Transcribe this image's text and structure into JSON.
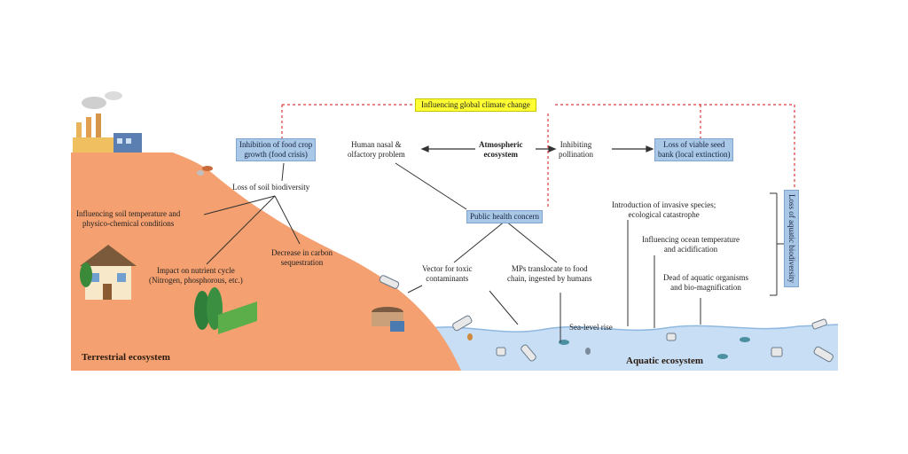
{
  "header": {
    "climate_label": "Influencing global climate change"
  },
  "terrestrial": {
    "title": "Terrestrial  ecosystem",
    "food_crop": "Inhibition of food crop\ngrowth (food crisis)",
    "soil_biodiversity": "Loss of soil biodiversity",
    "soil_temperature": "Influencing soil temperature and\nphysico-chemical conditions",
    "nutrient_cycle": "Impact on nutrient cycle\n(Nitrogen, phosphorous, etc.)",
    "carbon": "Decrease in carbon\nsequestration"
  },
  "atmospheric": {
    "title": "Atmospheric\necosystem",
    "nasal": "Human nasal &\nolfactory problem",
    "pollination": "Inhibiting\npollination",
    "seed_bank": "Loss of viable seed\nbank (local extinction)"
  },
  "health": {
    "title": "Public health concern",
    "vector": "Vector for toxic\ncontaminants",
    "food_chain": "MPs translocate to food\nchain, ingested by humans"
  },
  "aquatic": {
    "title": "Aquatic  ecosystem",
    "invasive": "Introduction of invasive species;\necological catastrophe",
    "ocean_temp": "Influencing ocean temperature\nand acidification",
    "organisms": "Dead of aquatic organisms\nand bio-magnification",
    "sea_level": "Sea-level rise",
    "biodiversity": "Loss of aquatic biodiversity"
  },
  "colors": {
    "land": "#f4a070",
    "water": "#c7def4",
    "box_fill": "#a9c8e8",
    "dashed_red": "#e23a3a",
    "highlight": "#ffff33"
  }
}
